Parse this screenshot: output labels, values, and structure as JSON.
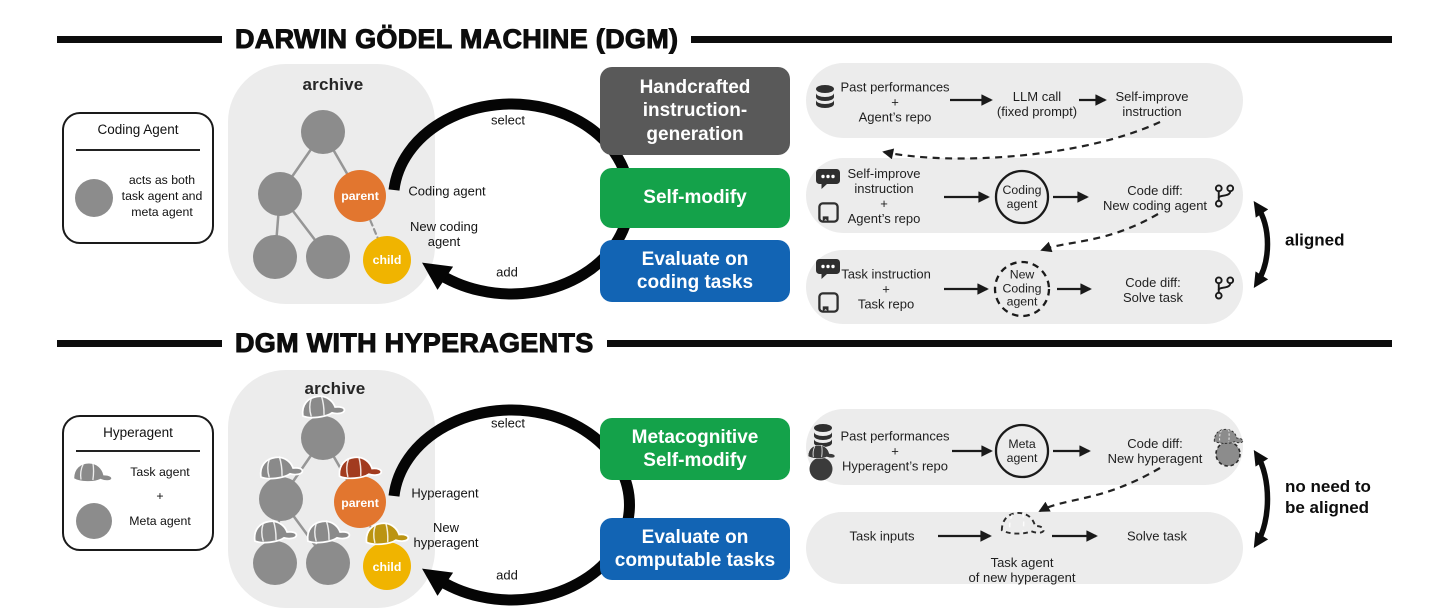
{
  "colors": {
    "accent_orange": "#E2762F",
    "accent_yellow": "#F0B400",
    "node_gray": "#8C8C8C",
    "parent_cap": "#A23B1F",
    "child_cap": "#BB9412",
    "box_dark_gray": "#595959",
    "box_green": "#14A24A",
    "box_blue": "#1264B4",
    "blob_gray": "#ECECEC",
    "line_black": "#0D0D0D"
  },
  "dgm": {
    "title": "DARWIN GÖDEL MACHINE (DGM)",
    "legend": {
      "title": "Coding Agent",
      "description": "acts as both\ntask agent and\nmeta agent"
    },
    "archive_label": "archive",
    "parent_label": "parent",
    "child_label": "child",
    "loop": {
      "select": "select",
      "add": "add",
      "agent": "Coding agent",
      "new_agent": "New coding\nagent"
    },
    "steps": {
      "s1": "Handcrafted\ninstruction-\ngeneration",
      "s2": "Self-modify",
      "s3": "Evaluate on\ncoding tasks"
    },
    "flow1": {
      "input": "Past performances\n+\nAgent’s repo",
      "process": "LLM call\n(fixed prompt)",
      "output": "Self-improve\ninstruction"
    },
    "flow2": {
      "input": "Self-improve\ninstruction\n+\nAgent’s repo",
      "agent": "Coding\nagent",
      "output": "Code diff:\nNew coding agent"
    },
    "flow3": {
      "input": "Task instruction\n+\nTask repo",
      "agent": "New\nCoding\nagent",
      "output": "Code diff:\nSolve task"
    },
    "aligned": "aligned"
  },
  "hyper": {
    "title": "DGM WITH HYPERAGENTS",
    "legend": {
      "title": "Hyperagent",
      "task": "Task agent",
      "plus": "+",
      "meta": "Meta agent"
    },
    "archive_label": "archive",
    "parent_label": "parent",
    "child_label": "child",
    "loop": {
      "select": "select",
      "add": "add",
      "agent": "Hyperagent",
      "new_agent": "New\nhyperagent"
    },
    "steps": {
      "s1": "Metacognitive\nSelf-modify",
      "s2": "Evaluate on\ncomputable tasks"
    },
    "flow1": {
      "input": "Past performances\n+\nHyperagent’s repo",
      "agent": "Meta\nagent",
      "output": "Code diff:\nNew hyperagent"
    },
    "flow2": {
      "input": "Task inputs",
      "caption": "Task agent\nof new hyperagent",
      "output": "Solve task"
    },
    "aligned": "no need to\nbe aligned"
  }
}
